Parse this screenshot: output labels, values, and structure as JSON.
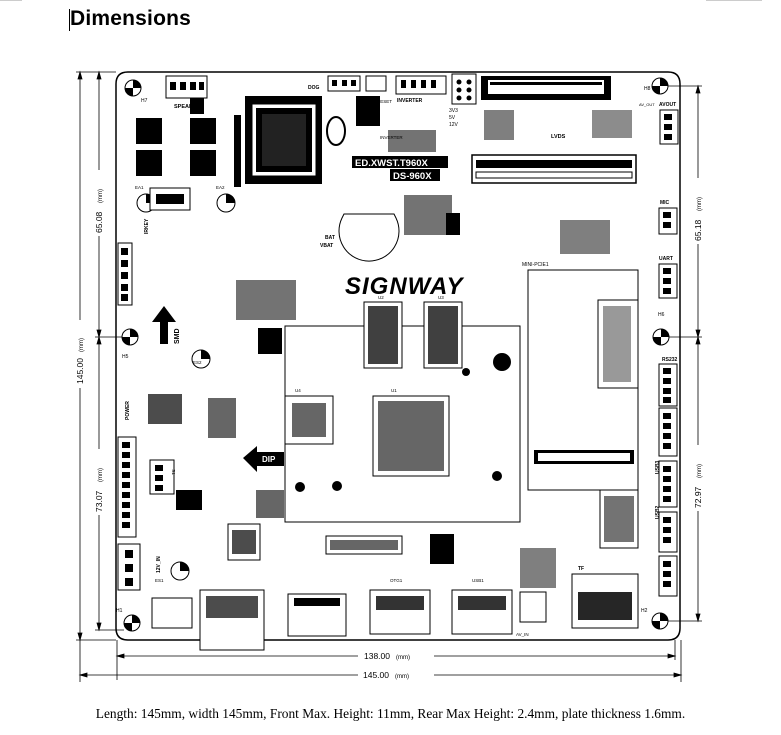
{
  "page_title": "Dimensions",
  "board_labels": {
    "model_line1": "ED.XWST.T960X",
    "model_line2": "DS-960X",
    "brand": "SIGNWAY",
    "speaker": "SPEAKER",
    "dog": "DOG",
    "reset": "RESET",
    "inverter": "INVERTER",
    "inverter2": "INVERTER",
    "voltages": "3V3\n5V\n12V",
    "lvds": "LVDS",
    "avout": "AVOUT",
    "av_out": "AV_OUT",
    "bat": "BAT",
    "vbat": "VBAT",
    "mini_pcie": "MINI-PCIE1",
    "mic": "MIC",
    "uart": "UART",
    "rs232": "RS232",
    "smd": "SMD",
    "dip": "DIP",
    "power": "POWER",
    "irkey": "IRKEY",
    "ts": "TS",
    "otg": "OTG1",
    "usb_side": "USB1",
    "usb3": "USB3",
    "usb2": "USB2",
    "tf": "TF",
    "av_in": "AV_IN",
    "key_12v": "12V_IN",
    "u1": "U1",
    "u2": "U2",
    "u3": "U3",
    "u4": "U4",
    "h1": "H1",
    "h2": "H2",
    "h5": "H5",
    "h6": "H6",
    "h7": "H7",
    "h8": "H8",
    "ea1": "EA1",
    "ea2": "EA2",
    "es1": "ES1",
    "es2": "ES2"
  },
  "dimensions": {
    "overall_width": "145.00",
    "inner_width": "138.00",
    "overall_height": "145.00",
    "left_upper": "65.08",
    "left_lower": "73.07",
    "right_upper": "65.18",
    "right_lower": "72.97",
    "unit": "(mm)"
  },
  "caption": "Length: 145mm, width 145mm, Front Max. Height: 11mm, Rear Max Height: 2.4mm, plate thickness 1.6mm."
}
